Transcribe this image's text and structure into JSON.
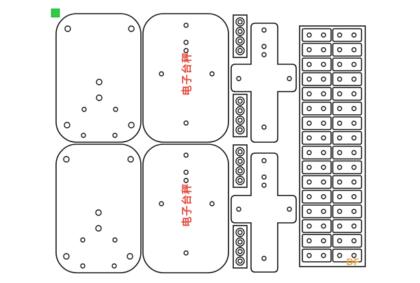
{
  "labels": {
    "top_plate": "电子台秤",
    "bottom_plate": "电子台秤"
  },
  "watermark": "DF",
  "colors": {
    "outline": "#111111",
    "label": "#e2463a",
    "marker": "#2ecc40",
    "watermark": "#f0a43a"
  },
  "parts": {
    "rounded_plates": 4,
    "cross_brackets": 2,
    "connector_strips": 4,
    "grid_columns": 2,
    "grid_rows": 16
  }
}
